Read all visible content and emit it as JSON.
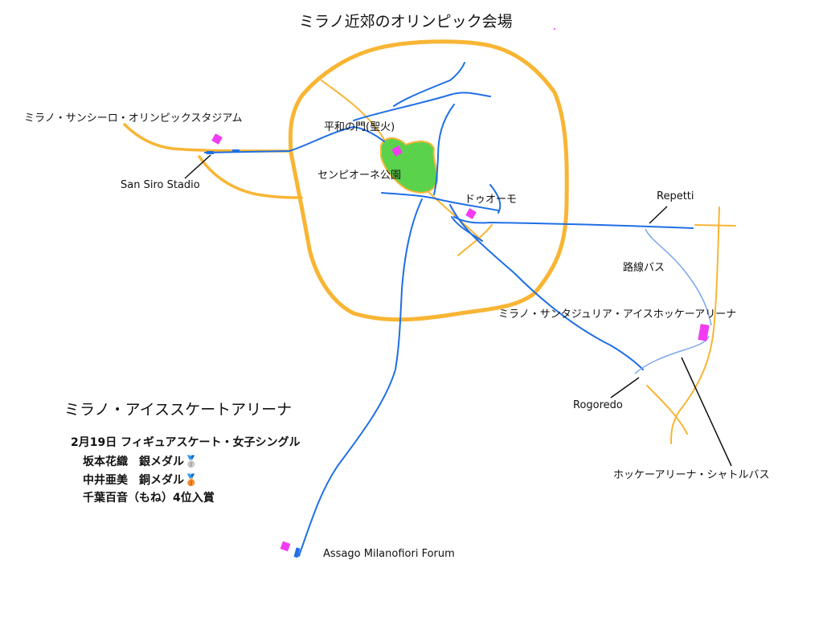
{
  "title": "ミラノ近郊のオリンピック会場",
  "labels": {
    "san_siro_olympic": "ミラノ・サンシーロ・オリンピックスタジアム",
    "san_siro_station": "San Siro Stadio",
    "arco_della_pace": "平和の門(聖火)",
    "sempione_park": "センピオーネ公園",
    "duomo": "ドゥオーモ",
    "repetti": "Repetti",
    "bus_route": "路線バス",
    "santa_giulia_arena": "ミラノ・サンタジュリア・アイスホッケーアリーナ",
    "rogoredo": "Rogoredo",
    "hockey_shuttle": "ホッケーアリーナ・シャトルバス",
    "assago": "Assago Milanofiori Forum"
  },
  "results": {
    "heading": "ミラノ・アイススケートアリーナ",
    "event": "2月19日 フィギュアスケート・女子シングル",
    "rows": [
      {
        "text": "坂本花織　銀メダル",
        "medal": "🥈"
      },
      {
        "text": "中井亜美　銅メダル",
        "medal": "🥉"
      },
      {
        "text": "千葉百音（もね）4位入賞",
        "medal": ""
      }
    ]
  },
  "colors": {
    "road": "#f8b534",
    "metro": "#1f6fe5",
    "bus": "#7ea6ea",
    "park": "#5ad24c",
    "venue": "#f23cf0"
  }
}
